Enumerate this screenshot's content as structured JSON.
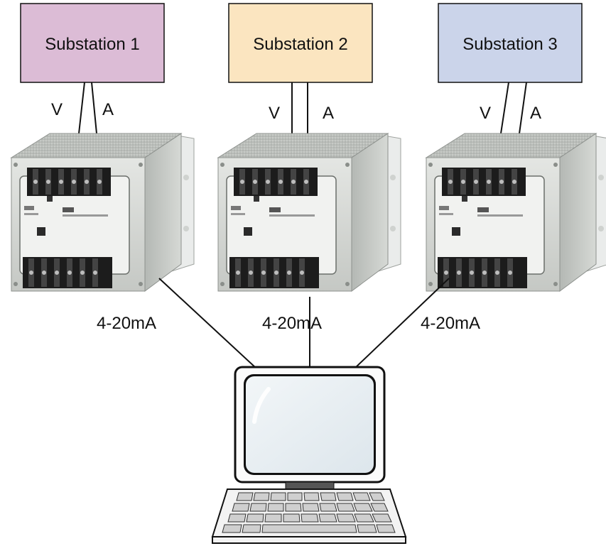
{
  "substations": [
    {
      "name": "Substation 1",
      "color": "#dcbcd6"
    },
    {
      "name": "Substation 2",
      "color": "#fbe5c0"
    },
    {
      "name": "Substation 3",
      "color": "#cbd4ea"
    }
  ],
  "signal_labels": {
    "voltage": "V",
    "current": "A"
  },
  "output_labels": [
    "4-20mA",
    "4-20mA",
    "4-20mA"
  ],
  "colors": {
    "line": "#111111",
    "transducer_body": "#c9ccc8",
    "screen": "#e6edf2"
  }
}
